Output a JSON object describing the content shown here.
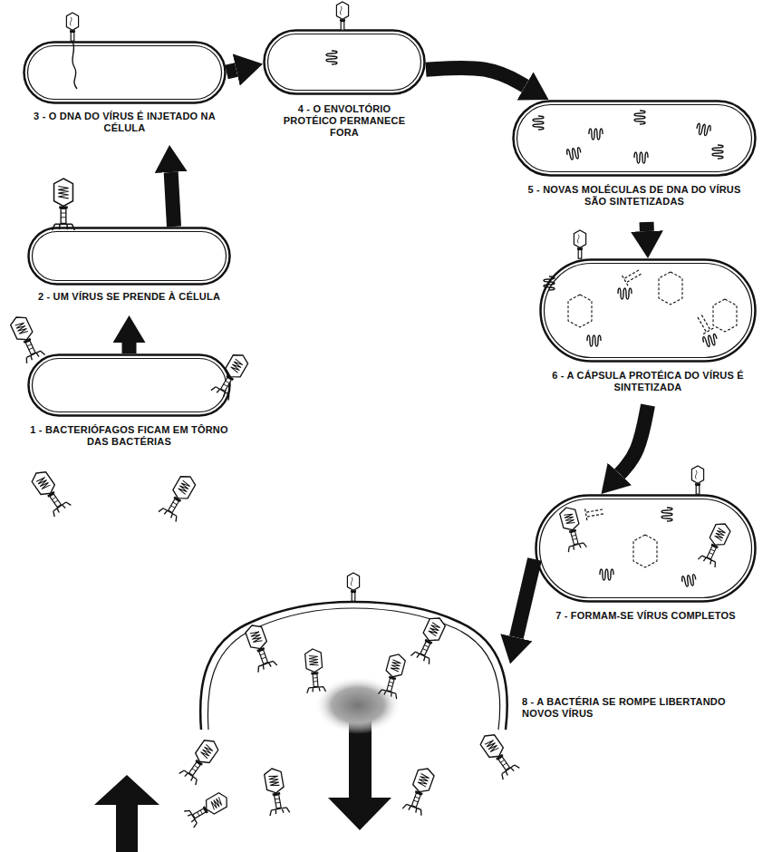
{
  "diagram": {
    "nodes": [
      {
        "text": [
          "1 - BACTERIÓFAGOS FICAM EM TÔRNO DAS BACTÉRIAS"
        ]
      },
      {
        "text": [
          "2 - UM VÍRUS SE PRENDE À CÉLULA"
        ]
      },
      {
        "text": [
          "3 - O DNA DO VÍRUS É INJETADO NA CÉLULA"
        ]
      },
      {
        "text": [
          "4 - O ENVOLTÓRIO PROTÉICO PERMANECE FORA"
        ]
      },
      {
        "text": [
          "5 - NOVAS MOLÉCULAS DE DNA DO VÍRUS SÃO SINTETIZADAS"
        ]
      },
      {
        "text": [
          "6 - A CÁPSULA PROTÉICA DO VÍRUS É SINTETIZADA"
        ]
      },
      {
        "text": [
          "7 - FORMAM-SE VÍRUS COMPLETOS"
        ]
      },
      {
        "text": [
          "8 - A BACTÉRIA SE ROMPE LIBERTANDO NOVOS VÍRUS"
        ]
      }
    ],
    "edges": [
      {
        "from": 0,
        "to": 1,
        "arrow": "to"
      },
      {
        "from": 1,
        "to": 2,
        "arrow": "to"
      },
      {
        "from": 2,
        "to": 3,
        "arrow": "to"
      },
      {
        "from": 3,
        "to": 4,
        "arrow": "to"
      },
      {
        "from": 4,
        "to": 5,
        "arrow": "to"
      },
      {
        "from": 5,
        "to": 6,
        "arrow": "to"
      },
      {
        "from": 6,
        "to": 7,
        "arrow": "to"
      }
    ]
  }
}
